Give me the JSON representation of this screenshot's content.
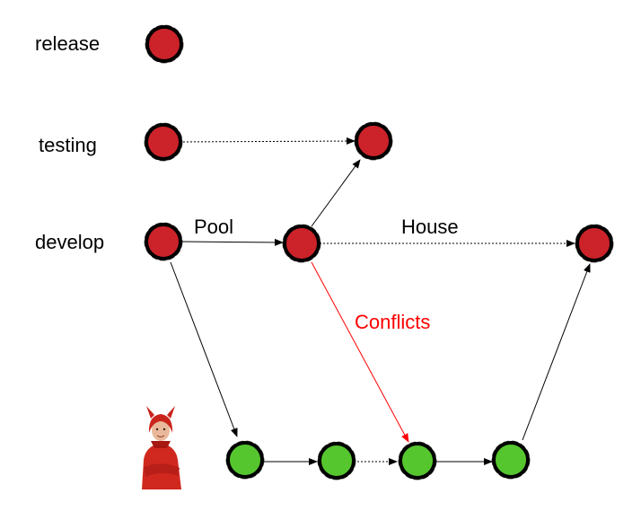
{
  "lanes": {
    "release": "release",
    "testing": "testing",
    "develop": "develop"
  },
  "edge_labels": {
    "pool": "Pool",
    "house": "House",
    "conflicts": "Conflicts"
  },
  "colors": {
    "node_red": "#cc2229",
    "node_green": "#56c62f",
    "node_outline": "#000000",
    "edge": "#000000",
    "conflict_edge": "#ff0000"
  },
  "figure": {
    "icon": "devil-child-figure"
  }
}
